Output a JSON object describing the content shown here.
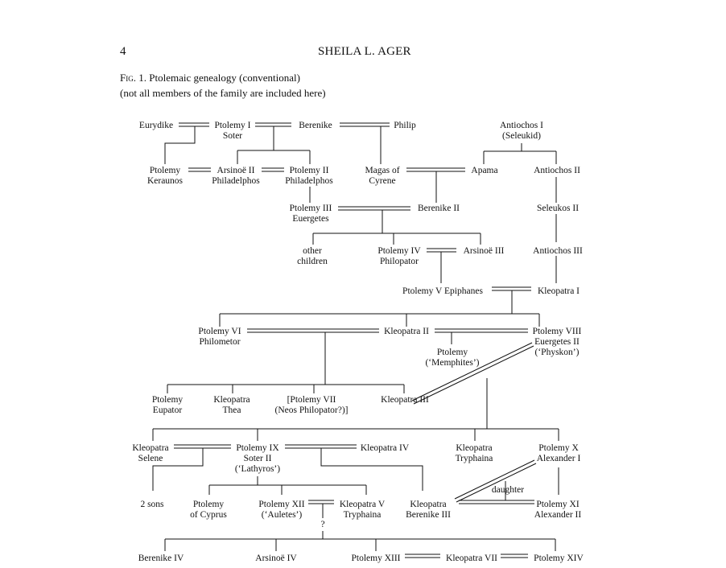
{
  "page": {
    "number": "4",
    "author": "SHEILA L. AGER"
  },
  "caption": {
    "fig_label": "Fig. 1.",
    "title": "Ptolemaic genealogy (conventional)",
    "note": "(not all members of the family are included here)"
  },
  "persons": {
    "eurydike": [
      "Eurydike"
    ],
    "ptolemy_i": [
      "Ptolemy I",
      "Soter"
    ],
    "berenike": [
      "Berenike"
    ],
    "philip": [
      "Philip"
    ],
    "antiochos_i": [
      "Antiochos I",
      "(Seleukid)"
    ],
    "ptolemy_keraunos": [
      "Ptolemy",
      "Keraunos"
    ],
    "arsinoe_ii": [
      "Arsinoë II",
      "Philadelphos"
    ],
    "ptolemy_ii": [
      "Ptolemy II",
      "Philadelphos"
    ],
    "magas": [
      "Magas of",
      "Cyrene"
    ],
    "apama": [
      "Apama"
    ],
    "antiochos_ii": [
      "Antiochos II"
    ],
    "ptolemy_iii": [
      "Ptolemy III",
      "Euergetes"
    ],
    "berenike_ii": [
      "Berenike II"
    ],
    "seleukos_ii": [
      "Seleukos II"
    ],
    "other_children": [
      "other",
      "children"
    ],
    "ptolemy_iv": [
      "Ptolemy IV",
      "Philopator"
    ],
    "arsinoe_iii": [
      "Arsinoë III"
    ],
    "antiochos_iii": [
      "Antiochos III"
    ],
    "ptolemy_v": [
      "Ptolemy V Epiphanes"
    ],
    "kleopatra_i": [
      "Kleopatra I"
    ],
    "ptolemy_vi": [
      "Ptolemy VI",
      "Philometor"
    ],
    "kleopatra_ii": [
      "Kleopatra II"
    ],
    "ptolemy_viii": [
      "Ptolemy VIII",
      "Euergetes II",
      "(‘Physkon’)"
    ],
    "ptolemy_memphites": [
      "Ptolemy",
      "(‘Memphites’)"
    ],
    "ptolemy_eupator": [
      "Ptolemy",
      "Eupator"
    ],
    "kleopatra_thea": [
      "Kleopatra",
      "Thea"
    ],
    "ptolemy_vii": [
      "[Ptolemy VII",
      "(Neos Philopator?)]"
    ],
    "kleopatra_iii": [
      "Kleopatra III"
    ],
    "kleopatra_selene": [
      "Kleopatra",
      "Selene"
    ],
    "ptolemy_ix": [
      "Ptolemy IX",
      "Soter II",
      "(‘Lathyros’)"
    ],
    "kleopatra_iv": [
      "Kleopatra IV"
    ],
    "kleopatra_tryphaina": [
      "Kleopatra",
      "Tryphaina"
    ],
    "ptolemy_x": [
      "Ptolemy X",
      "Alexander I"
    ],
    "two_sons": [
      "2 sons"
    ],
    "ptolemy_cyprus": [
      "Ptolemy",
      "of Cyprus"
    ],
    "ptolemy_xii": [
      "Ptolemy XII",
      "(‘Auletes’)"
    ],
    "kleopatra_v": [
      "Kleopatra V",
      "Tryphaina"
    ],
    "kleopatra_berenike_iii": [
      "Kleopatra",
      "Berenike III"
    ],
    "daughter": [
      "daughter"
    ],
    "ptolemy_xi": [
      "Ptolemy XI",
      "Alexander II"
    ],
    "question": [
      "?"
    ],
    "berenike_iv": [
      "Berenike IV"
    ],
    "arsinoe_iv": [
      "Arsinoë IV"
    ],
    "ptolemy_xiii": [
      "Ptolemy XIII"
    ],
    "kleopatra_vii": [
      "Kleopatra VII"
    ],
    "ptolemy_xiv": [
      "Ptolemy XIV"
    ]
  }
}
